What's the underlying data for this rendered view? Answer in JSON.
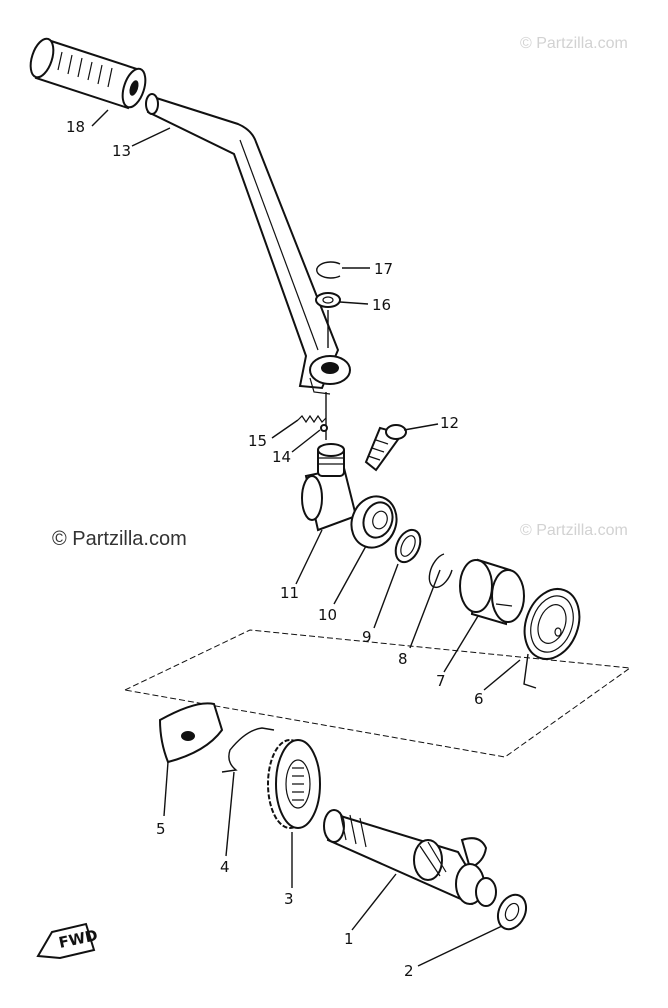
{
  "watermarks": {
    "top_right": "© Partzilla.com",
    "left": "© Partzilla.com",
    "right": "© Partzilla.com"
  },
  "fwd_label": "FWD",
  "callouts": {
    "p1": "1",
    "p2": "2",
    "p3": "3",
    "p4": "4",
    "p5": "5",
    "p6": "6",
    "p7": "7",
    "p8": "8",
    "p9": "9",
    "p10": "10",
    "p11": "11",
    "p12": "12",
    "p13": "13",
    "p14": "14",
    "p15": "15",
    "p16": "16",
    "p17": "17",
    "p18": "18"
  }
}
